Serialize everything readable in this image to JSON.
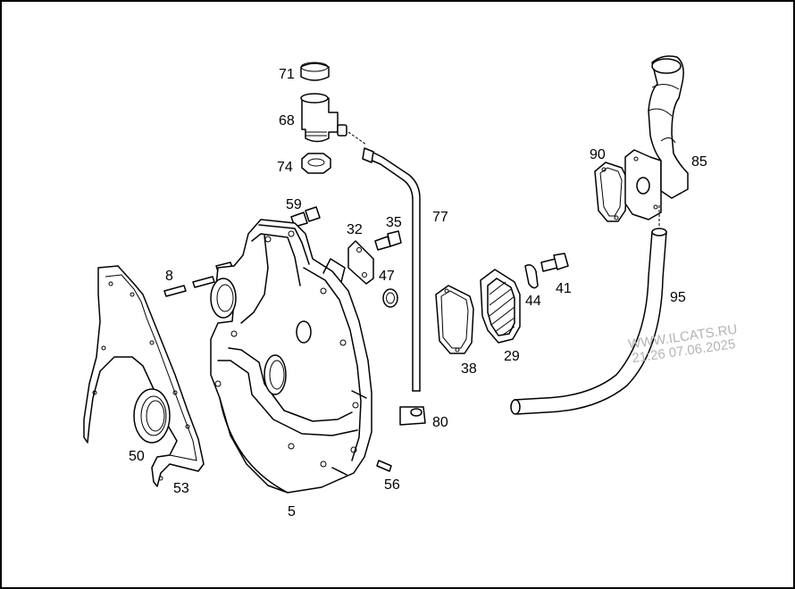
{
  "labels": {
    "l5": "5",
    "l8": "8",
    "l29": "29",
    "l32": "32",
    "l35": "35",
    "l38": "38",
    "l41": "41",
    "l44": "44",
    "l47": "47",
    "l50": "50",
    "l53": "53",
    "l56": "56",
    "l59": "59",
    "l68": "68",
    "l71": "71",
    "l74": "74",
    "l77": "77",
    "l80": "80",
    "l85": "85",
    "l90": "90",
    "l95": "95"
  },
  "watermark": {
    "line1": "WWW.ILCATS.RU",
    "line2": "21:26 07.06.2025"
  },
  "colors": {
    "line": "#000000",
    "watermark": "#b4b4b4",
    "background": "#ffffff"
  }
}
